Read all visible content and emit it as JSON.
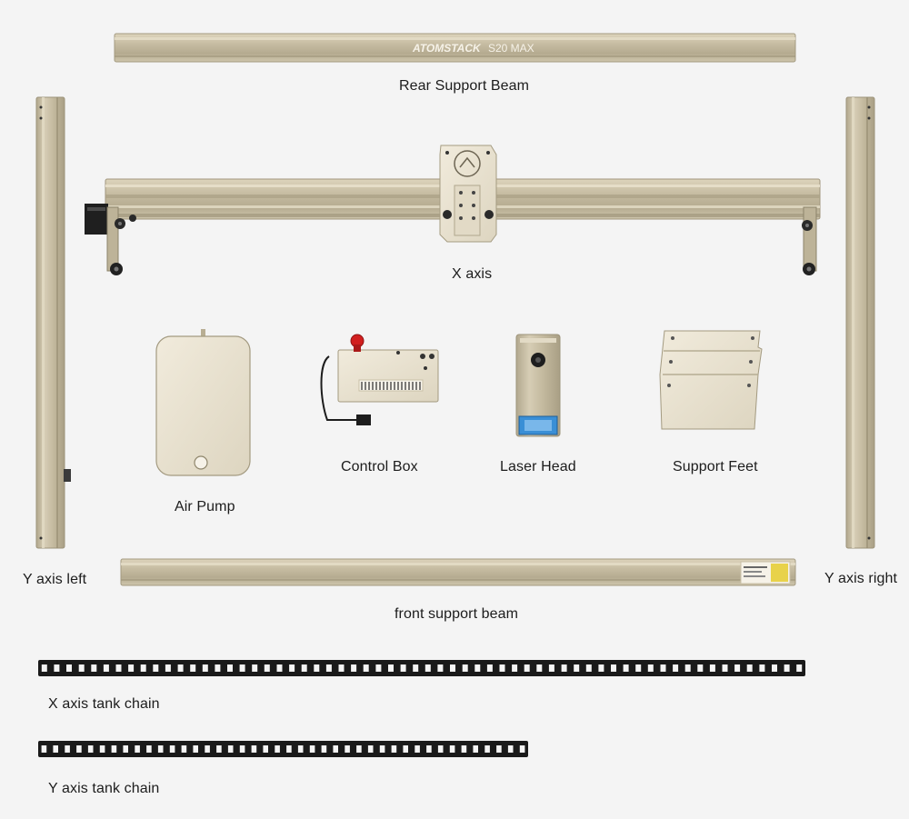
{
  "brand": {
    "logo_text": "ATOMSTACK",
    "model_text": "S20 MAX"
  },
  "labels": {
    "rear_support_beam": "Rear Support Beam",
    "x_axis": "X axis",
    "y_axis_left": "Y axis left",
    "y_axis_right": "Y axis right",
    "air_pump": "Air Pump",
    "control_box": "Control Box",
    "laser_head": "Laser Head",
    "support_feet": "Support Feet",
    "front_support_beam": "front support beam",
    "x_axis_tank_chain": "X axis tank chain",
    "y_axis_tank_chain": "Y axis tank chain"
  },
  "chains": {
    "x_axis_link_count": 62,
    "y_axis_link_count": 42
  },
  "colors": {
    "background": "#f4f4f4",
    "aluminum": "#c9bfa6",
    "aluminum_dark": "#a89e84",
    "aluminum_light": "#e0d8c2",
    "panel": "#ebe4d2",
    "chain": "#1a1a1a",
    "accent_red": "#d11f1f",
    "accent_blue": "#3a8fd6",
    "label_yellow": "#e8d24a"
  }
}
